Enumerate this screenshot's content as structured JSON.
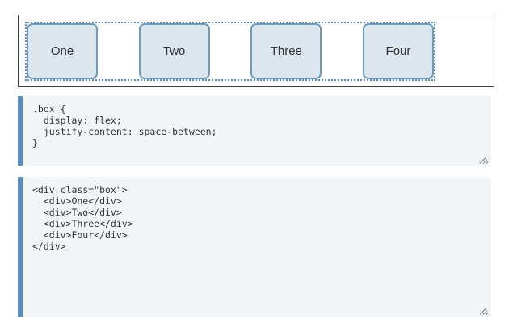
{
  "demo": {
    "container_name": "box",
    "items": [
      {
        "label": "One"
      },
      {
        "label": "Two"
      },
      {
        "label": "Three"
      },
      {
        "label": "Four"
      }
    ]
  },
  "css_editor": {
    "code": ".box {\n  display: flex;\n  justify-content: space-between;\n}",
    "resize_handle": "resize-grip-icon"
  },
  "html_editor": {
    "code": "<div class=\"box\">\n  <div>One</div>\n  <div>Two</div>\n  <div>Three</div>\n  <div>Four</div>\n</div>",
    "resize_handle": "resize-grip-icon"
  },
  "colors": {
    "accent_bar": "#5b8bbf",
    "panel_background": "#f1f5f7",
    "item_fill": "#dde5ed",
    "item_border": "#6b9ac4",
    "container_border": "#5b8bbf",
    "frame_border": "#3d3d3d",
    "code_text": "#333333"
  }
}
